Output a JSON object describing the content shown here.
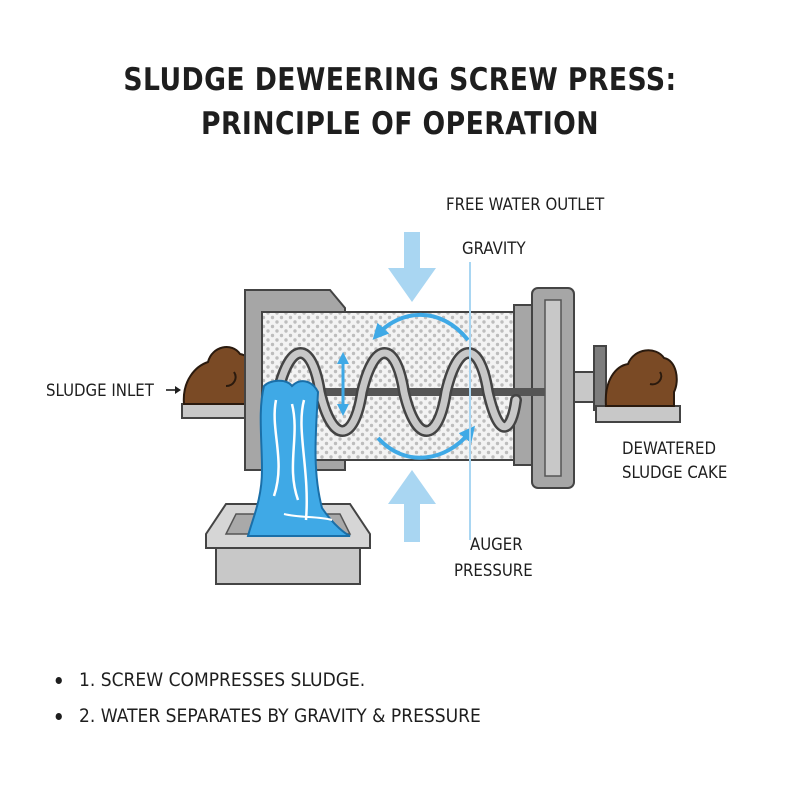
{
  "title": {
    "line1": "SLUDGE DEWEERING SCREW PRESS:",
    "line2": "PRINCIPLE OF OPERATION"
  },
  "labels": {
    "free_water_outlet": "FREE WATER OUTLET",
    "gravity": "GRAVITY",
    "sludge_inlet": "SLUDGE INLET",
    "dewatered_line1": "DEWATERED",
    "dewatered_line2": "SLUDGE CAKE",
    "auger_line1": "AUGER",
    "auger_line2": "PRESSURE"
  },
  "steps": [
    "1. SCREW COMPRESSES SLUDGE.",
    "2. WATER SEPARATES BY GRAVITY & PRESSURE"
  ],
  "colors": {
    "water": "#3fa9e6",
    "arrow_light_blue": "#a9d6f2",
    "sludge": "#7a4a25",
    "metal": "#a6a6a6",
    "dark_metal": "#7d7d7d",
    "screen": "#eeeeee"
  }
}
